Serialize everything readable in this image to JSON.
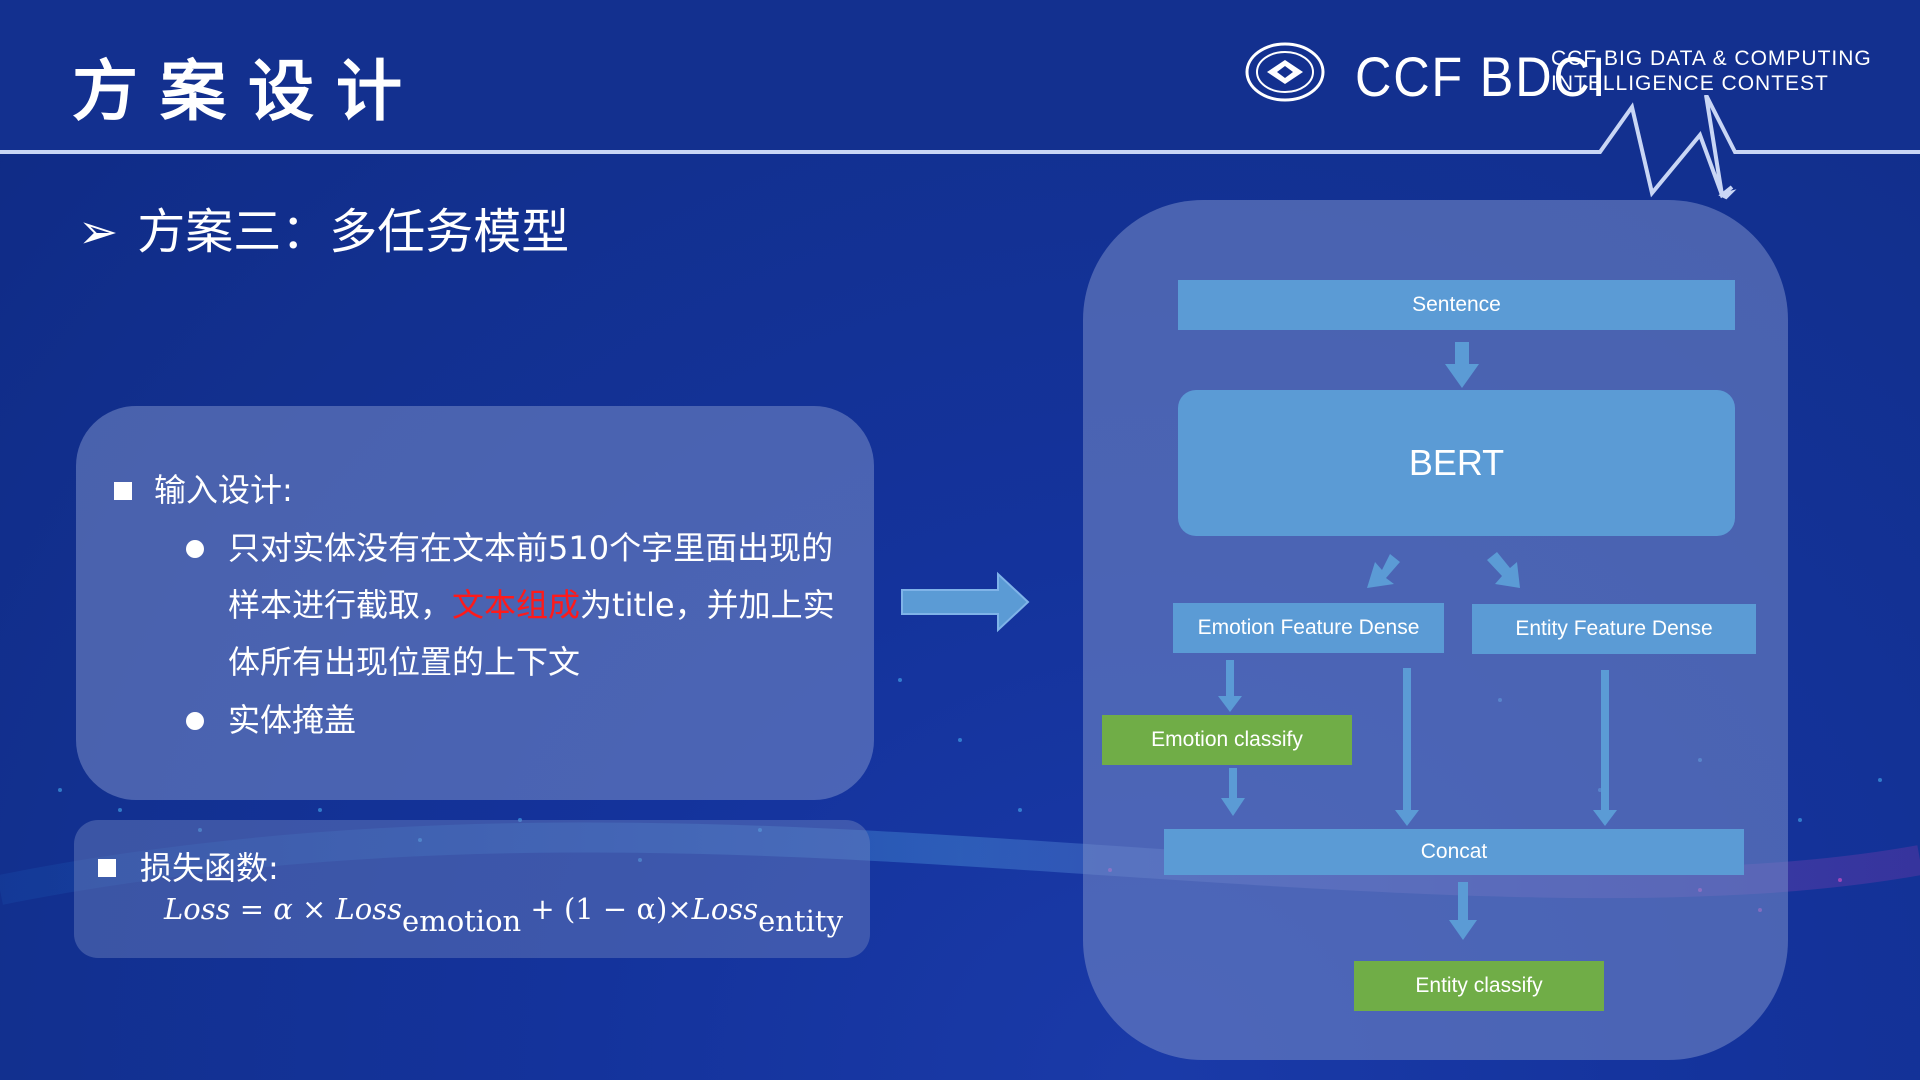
{
  "slide": {
    "title": "方案设计",
    "subtitle": "方案三：多任务模型",
    "subtitle_marker": "➢"
  },
  "logo": {
    "mark": "CCF BDCI",
    "line1": "CCF BIG DATA & COMPUTING",
    "line2": "INTELLIGENCE CONTEST",
    "seal_icon": "ccf-seal-icon"
  },
  "input_panel": {
    "heading": "输入设计:",
    "bullet1_line1": "只对实体没有在文本前510个字里面出现的",
    "bullet1_line2_a": "样本进行截取，",
    "bullet1_line2_red": "文本组成",
    "bullet1_line2_b": "为title，并加上实",
    "bullet1_line3": "体所有出现位置的上下文",
    "bullet2": "实体掩盖"
  },
  "loss_panel": {
    "heading": "损失函数:",
    "f_loss": "Loss",
    "f_eq": " = α × ",
    "f_loss2": "Loss",
    "f_sub1": "emotion",
    "f_mid": " + (1 − α)×",
    "f_loss3": "Loss",
    "f_sub2": "entity"
  },
  "model": {
    "sentence": "Sentence",
    "bert": "BERT",
    "emotion_dense": "Emotion  Feature Dense",
    "entity_dense": "Entity  Feature Dense",
    "emotion_classify": "Emotion classify",
    "concat": "Concat",
    "entity_classify": "Entity classify"
  },
  "colors": {
    "background": "#12308f",
    "box_blue": "#5b9bd5",
    "box_green": "#70ad47",
    "highlight_red": "#ff1a1a"
  }
}
